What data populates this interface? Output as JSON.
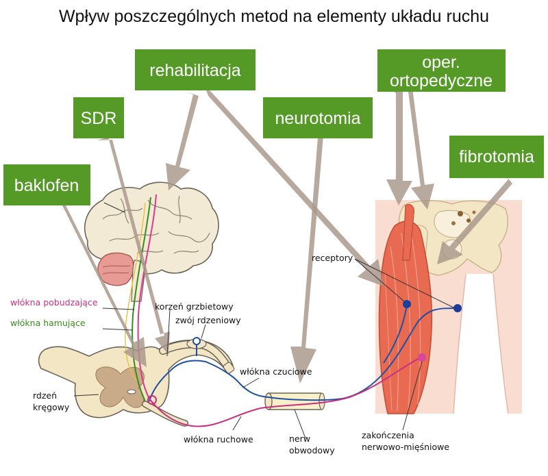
{
  "title": "Wpływ poszczególnych metod na elementy układu ruchu",
  "methods": {
    "baklofen": "baklofen",
    "sdr": "SDR",
    "rehabilitacja": "rehabilitacja",
    "neurotomia": "neurotomia",
    "oper_line1": "oper.",
    "oper_line2": "ortopedyczne",
    "fibrotomia": "fibrotomia"
  },
  "labels": {
    "receptory": "receptory",
    "wlokna_pobudzajace": "włókna pobudzające",
    "wlokna_hamujace": "włókna hamujące",
    "korzen_grzbietowy": "korzeń grzbietowy",
    "zwoj_rdzeniowy": "zwój rdzeniowy",
    "rdzen_line1": "rdzeń",
    "rdzen_line2": "kręgowy",
    "wlokna_czuciowe": "włókna czuciowe",
    "wlokna_ruchowe": "włókna ruchowe",
    "nerw_line1": "nerw",
    "nerw_line2": "obwodowy",
    "zakonczenia_line1": "zakończenia",
    "zakonczenia_line2": "nerwowo-mięśniowe"
  },
  "colors": {
    "method_box": "#559a26",
    "arrow": "#a8968a",
    "sensory_fiber": "#1f4fa0",
    "motor_fiber": "#c8307f",
    "excitatory_fiber": "#d93a8c",
    "inhibitory_fiber": "#3a8a1e",
    "brain": "#f3ead6",
    "cerebellum": "#e89b95",
    "muscle": "#e86a50",
    "skin": "#f9ddd0",
    "bone": "#f3e6c4",
    "spinal_cord": "#f3e6c4",
    "grey_matter": "#c9ab8a"
  }
}
